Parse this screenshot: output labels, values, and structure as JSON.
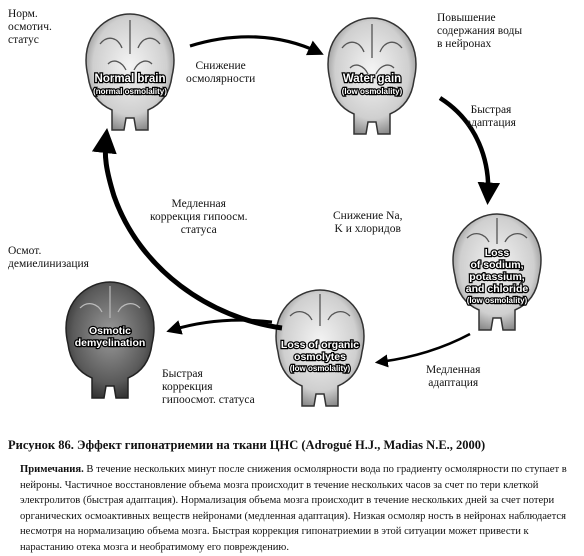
{
  "brains": [
    {
      "title": "Normal brain",
      "subtitle": "(normal osmolality)"
    },
    {
      "title": "Water gain",
      "subtitle": "(low osmolality)"
    },
    {
      "line1": "Loss",
      "line2": "of sodium,",
      "line3": "potassium,",
      "line4": "and chloride",
      "subtitle": "(low osmolality)"
    },
    {
      "line1": "Loss of organic",
      "line2": "osmolytes",
      "subtitle": "(low osmolality)"
    },
    {
      "line1": "Osmotic",
      "line2": "demyelination"
    }
  ],
  "labels": {
    "normal_status": "Норм.\nосмотич.\nстатус",
    "water_increase": "Повышение\nсодержания воды\nв нейронах",
    "osmolality_decrease": "Снижение\nосмолярности",
    "fast_adaptation": "Быстрая\nадаптация",
    "loss_ions": "Снижение Na,\nK и хлоридов",
    "slow_correction": "Медленная\nкоррекция гипоосм.\nстатуса",
    "osmotic_demyelination": "Осмот.\nдемиелинизация",
    "fast_correction": "Быстрая\nкоррекция\nгипоосмот. статуса",
    "slow_adaptation": "Медленная\nадаптация"
  },
  "caption": "Рисунок 86. Эффект гипонатриемии на ткани ЦНС (Adrogué H.J., Madias N.E., 2000)",
  "notes": {
    "heading": "Примечания.",
    "text": "В течение нескольких минут после снижения осмолярности вода по градиенту осмолярности по ступает в нейроны. Частичное восстановление объема мозга происходит в течение нескольких часов за счет по тери клеткой электролитов (быстрая адаптация). Нормализация объема мозга происходит в течение нескольких дней за счет потери органических осмоактивных веществ нейронами (медленная адаптация). Низкая осмоляр ность в нейронах наблюдается несмотря на нормализацию объема мозга. Быстрая коррекция гипонатриемии в этой ситуации может привести к нарастанию отека мозга и необратимому его повреждению."
  },
  "colors": {
    "brain_fill": "#e6e6e6",
    "brain_dark": "#4a4a4a",
    "arrow": "#000000"
  }
}
